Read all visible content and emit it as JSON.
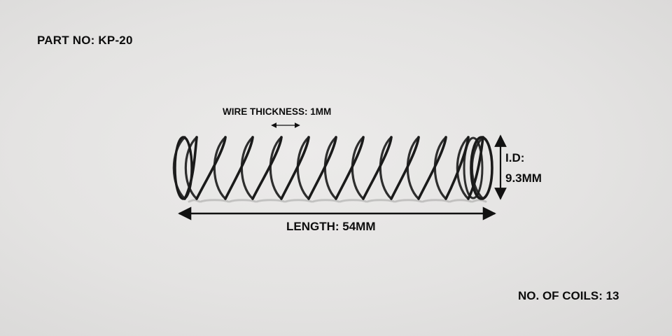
{
  "photo": {
    "subject": "compression-spring",
    "background_color": "#e6e5e4",
    "spring_color": "#1a1a1a"
  },
  "labels": {
    "part_no": "PART NO: KP-20",
    "wire_thickness": "WIRE THICKNESS: 1MM",
    "id_label": "I.D:",
    "id_value": "9.3MM",
    "length": "LENGTH: 54MM",
    "coils": "NO. OF COILS: 13"
  },
  "spring": {
    "coil_count": 13
  }
}
